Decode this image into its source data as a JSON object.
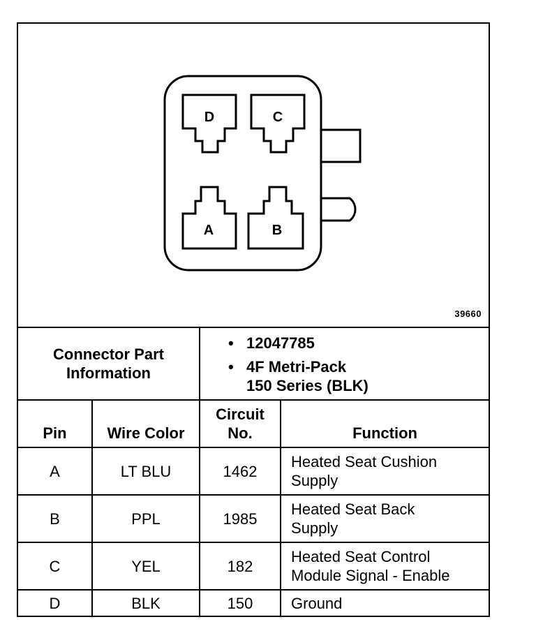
{
  "figure": {
    "number": "39660",
    "pins": [
      {
        "label": "D"
      },
      {
        "label": "C"
      },
      {
        "label": "A"
      },
      {
        "label": "B"
      }
    ]
  },
  "connector_info": {
    "label_line1": "Connector Part",
    "label_line2": "Information",
    "items": [
      {
        "bullet": "•",
        "text": "12047785"
      },
      {
        "bullet": "•",
        "text": "4F Metri-Pack",
        "text2": "150 Series (BLK)"
      }
    ]
  },
  "table": {
    "headers": {
      "pin": "Pin",
      "wire_color": "Wire Color",
      "circuit_line1": "Circuit",
      "circuit_line2": "No.",
      "function": "Function"
    },
    "rows": [
      {
        "pin": "A",
        "wire": "LT BLU",
        "circuit": "1462",
        "fn1": "Heated Seat Cushion",
        "fn2": "Supply"
      },
      {
        "pin": "B",
        "wire": "PPL",
        "circuit": "1985",
        "fn1": "Heated Seat Back",
        "fn2": "Supply"
      },
      {
        "pin": "C",
        "wire": "YEL",
        "circuit": "182",
        "fn1": "Heated Seat Control",
        "fn2": "Module Signal - Enable"
      },
      {
        "pin": "D",
        "wire": "BLK",
        "circuit": "150",
        "fn1": "Ground",
        "fn2": ""
      }
    ]
  }
}
